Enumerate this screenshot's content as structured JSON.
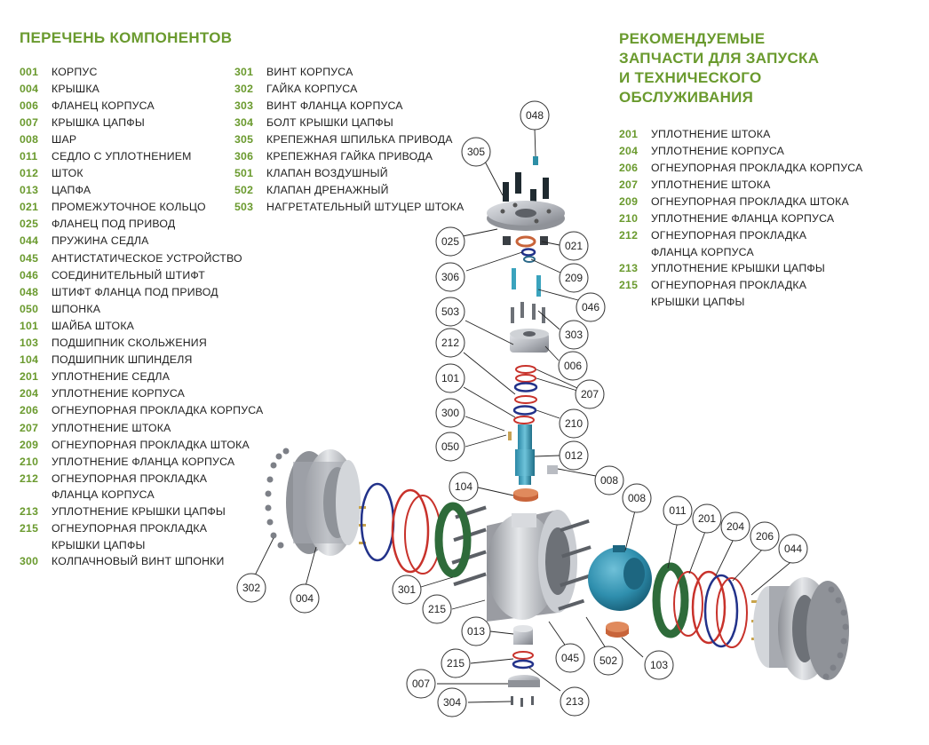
{
  "components_heading": "ПЕРЕЧЕНЬ КОМПОНЕНТОВ",
  "components_col1": [
    {
      "code": "001",
      "name": "КОРПУС"
    },
    {
      "code": "004",
      "name": "КРЫШКА"
    },
    {
      "code": "006",
      "name": "ФЛАНЕЦ КОРПУСА"
    },
    {
      "code": "007",
      "name": "КРЫШКА ЦАПФЫ"
    },
    {
      "code": "008",
      "name": "ШАР"
    },
    {
      "code": "011",
      "name": "СЕДЛО С УПЛОТНЕНИЕМ"
    },
    {
      "code": "012",
      "name": "ШТОК"
    },
    {
      "code": "013",
      "name": "ЦАПФА"
    },
    {
      "code": "021",
      "name": "ПРОМЕЖУТОЧНОЕ КОЛЬЦО"
    },
    {
      "code": "025",
      "name": "ФЛАНЕЦ ПОД ПРИВОД"
    },
    {
      "code": "044",
      "name": "ПРУЖИНА СЕДЛА"
    },
    {
      "code": "045",
      "name": "АНТИСТАТИЧЕСКОЕ УСТРОЙСТВО"
    },
    {
      "code": "046",
      "name": "СОЕДИНИТЕЛЬНЫЙ ШТИФТ"
    },
    {
      "code": "048",
      "name": "ШТИФТ ФЛАНЦА ПОД ПРИВОД"
    },
    {
      "code": "050",
      "name": "ШПОНКА"
    },
    {
      "code": "101",
      "name": "ШАЙБА ШТОКА"
    },
    {
      "code": "103",
      "name": "ПОДШИПНИК СКОЛЬЖЕНИЯ"
    },
    {
      "code": "104",
      "name": "ПОДШИПНИК ШПИНДЕЛЯ"
    },
    {
      "code": "201",
      "name": "УПЛОТНЕНИЕ СЕДЛА"
    },
    {
      "code": "204",
      "name": "УПЛОТНЕНИЕ КОРПУСА"
    },
    {
      "code": "206",
      "name": "ОГНЕУПОРНАЯ ПРОКЛАДКА КОРПУСА"
    },
    {
      "code": "207",
      "name": "УПЛОТНЕНИЕ ШТОКА"
    },
    {
      "code": "209",
      "name": "ОГНЕУПОРНАЯ ПРОКЛАДКА ШТОКА"
    },
    {
      "code": "210",
      "name": "УПЛОТНЕНИЕ ФЛАНЦА КОРПУСА"
    },
    {
      "code": "212",
      "name": "ОГНЕУПОРНАЯ ПРОКЛАДКА"
    },
    {
      "code": "",
      "name": "ФЛАНЦА КОРПУСА"
    },
    {
      "code": "213",
      "name": "УПЛОТНЕНИЕ КРЫШКИ ЦАПФЫ"
    },
    {
      "code": "215",
      "name": "ОГНЕУПОРНАЯ ПРОКЛАДКА"
    },
    {
      "code": "",
      "name": "КРЫШКИ ЦАПФЫ"
    },
    {
      "code": "300",
      "name": "КОЛПАЧНОВЫЙ ВИНТ ШПОНКИ"
    }
  ],
  "components_col2": [
    {
      "code": "301",
      "name": "ВИНТ КОРПУСА"
    },
    {
      "code": "302",
      "name": "ГАЙКА КОРПУСА"
    },
    {
      "code": "303",
      "name": "ВИНТ ФЛАНЦА КОРПУСА"
    },
    {
      "code": "304",
      "name": "БОЛТ КРЫШКИ ЦАПФЫ"
    },
    {
      "code": "305",
      "name": "КРЕПЕЖНАЯ ШПИЛЬКА ПРИВОДА"
    },
    {
      "code": "306",
      "name": "КРЕПЕЖНАЯ ГАЙКА ПРИВОДА"
    },
    {
      "code": "501",
      "name": "КЛАПАН ВОЗДУШНЫЙ"
    },
    {
      "code": "502",
      "name": "КЛАПАН ДРЕНАЖНЫЙ"
    },
    {
      "code": "503",
      "name": "НАГРЕТАТЕЛЬНЫЙ ШТУЦЕР ШТОКА"
    }
  ],
  "spares_heading": [
    "РЕКОМЕНДУЕМЫЕ",
    "ЗАПЧАСТИ ДЛЯ ЗАПУСКА",
    "И ТЕХНИЧЕСКОГО",
    "ОБСЛУЖИВАНИЯ"
  ],
  "spares": [
    {
      "code": "201",
      "name": "УПЛОТНЕНИЕ ШТОКА"
    },
    {
      "code": "204",
      "name": "УПЛОТНЕНИЕ КОРПУСА"
    },
    {
      "code": "206",
      "name": "ОГНЕУПОРНАЯ ПРОКЛАДКА КОРПУСА"
    },
    {
      "code": "207",
      "name": "УПЛОТНЕНИЕ ШТОКА"
    },
    {
      "code": "209",
      "name": "ОГНЕУПОРНАЯ ПРОКЛАДКА ШТОКА"
    },
    {
      "code": "210",
      "name": "УПЛОТНЕНИЕ ФЛАНЦА КОРПУСА"
    },
    {
      "code": "212",
      "name": "ОГНЕУПОРНАЯ ПРОКЛАДКА"
    },
    {
      "code": "",
      "name": "ФЛАНЦА КОРПУСА"
    },
    {
      "code": "213",
      "name": "УПЛОТНЕНИЕ КРЫШКИ ЦАПФЫ"
    },
    {
      "code": "215",
      "name": "ОГНЕУПОРНАЯ ПРОКЛАДКА"
    },
    {
      "code": "",
      "name": "КРЫШКИ ЦАПФЫ"
    }
  ],
  "callouts": [
    "048",
    "305",
    "025",
    "021",
    "306",
    "209",
    "046",
    "503",
    "303",
    "006",
    "212",
    "207",
    "101",
    "210",
    "300",
    "050",
    "012",
    "008",
    "104",
    "008",
    "011",
    "201",
    "204",
    "206",
    "044",
    "302",
    "004",
    "301",
    "215",
    "013",
    "045",
    "502",
    "103",
    "215",
    "007",
    "213",
    "304"
  ],
  "colors": {
    "accent": "#6a9a2e",
    "ball": "#2f8fae",
    "seat": "#2e6b3a",
    "gasket_red": "#c8322b",
    "gasket_blue": "#22328a",
    "bearing": "#c8643a",
    "metal": "#b9bcc2"
  }
}
